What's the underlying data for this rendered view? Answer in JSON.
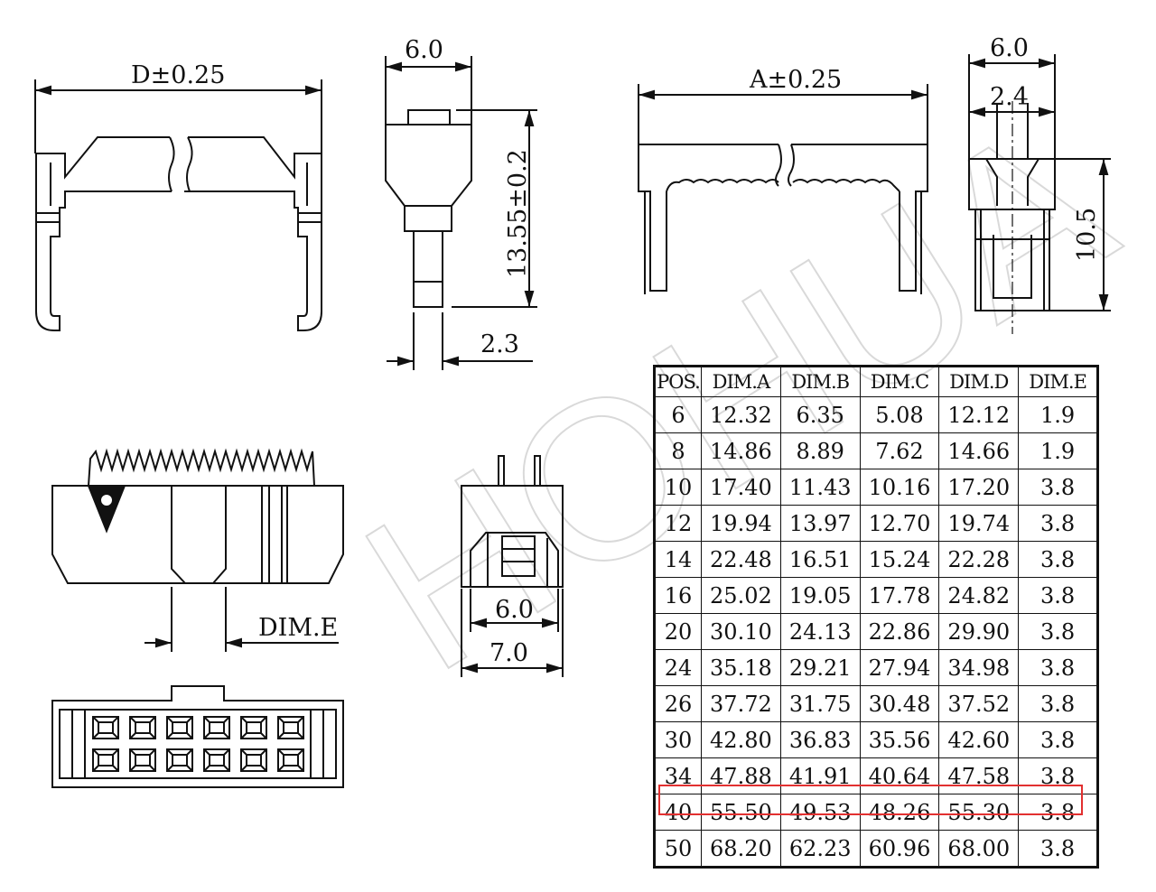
{
  "watermark": "HOHUA",
  "drawing": {
    "dim_d": "D±0.25",
    "dim_a": "A±0.25",
    "side_width_top": "6.0",
    "side_height": "13.55±0.2",
    "pin_width": "2.3",
    "end_width_top": "6.0",
    "end_inner_width": "2.4",
    "end_height": "10.5",
    "dim_e_label": "DIM.E",
    "bottom_inner": "6.0",
    "bottom_outer": "7.0"
  },
  "table": {
    "headers": [
      "POS.",
      "DIM.A",
      "DIM.B",
      "DIM.C",
      "DIM.D",
      "DIM.E"
    ],
    "rows": [
      [
        "6",
        "12.32",
        "6.35",
        "5.08",
        "12.12",
        "1.9"
      ],
      [
        "8",
        "14.86",
        "8.89",
        "7.62",
        "14.66",
        "1.9"
      ],
      [
        "10",
        "17.40",
        "11.43",
        "10.16",
        "17.20",
        "3.8"
      ],
      [
        "12",
        "19.94",
        "13.97",
        "12.70",
        "19.74",
        "3.8"
      ],
      [
        "14",
        "22.48",
        "16.51",
        "15.24",
        "22.28",
        "3.8"
      ],
      [
        "16",
        "25.02",
        "19.05",
        "17.78",
        "24.82",
        "3.8"
      ],
      [
        "20",
        "30.10",
        "24.13",
        "22.86",
        "29.90",
        "3.8"
      ],
      [
        "24",
        "35.18",
        "29.21",
        "27.94",
        "34.98",
        "3.8"
      ],
      [
        "26",
        "37.72",
        "31.75",
        "30.48",
        "37.52",
        "3.8"
      ],
      [
        "30",
        "42.80",
        "36.83",
        "35.56",
        "42.60",
        "3.8"
      ],
      [
        "34",
        "47.88",
        "41.91",
        "40.64",
        "47.58",
        "3.8"
      ],
      [
        "40",
        "55.50",
        "49.53",
        "48.26",
        "55.30",
        "3.8"
      ],
      [
        "50",
        "68.20",
        "62.23",
        "60.96",
        "68.00",
        "3.8"
      ]
    ],
    "highlight_color": "#e23030"
  }
}
